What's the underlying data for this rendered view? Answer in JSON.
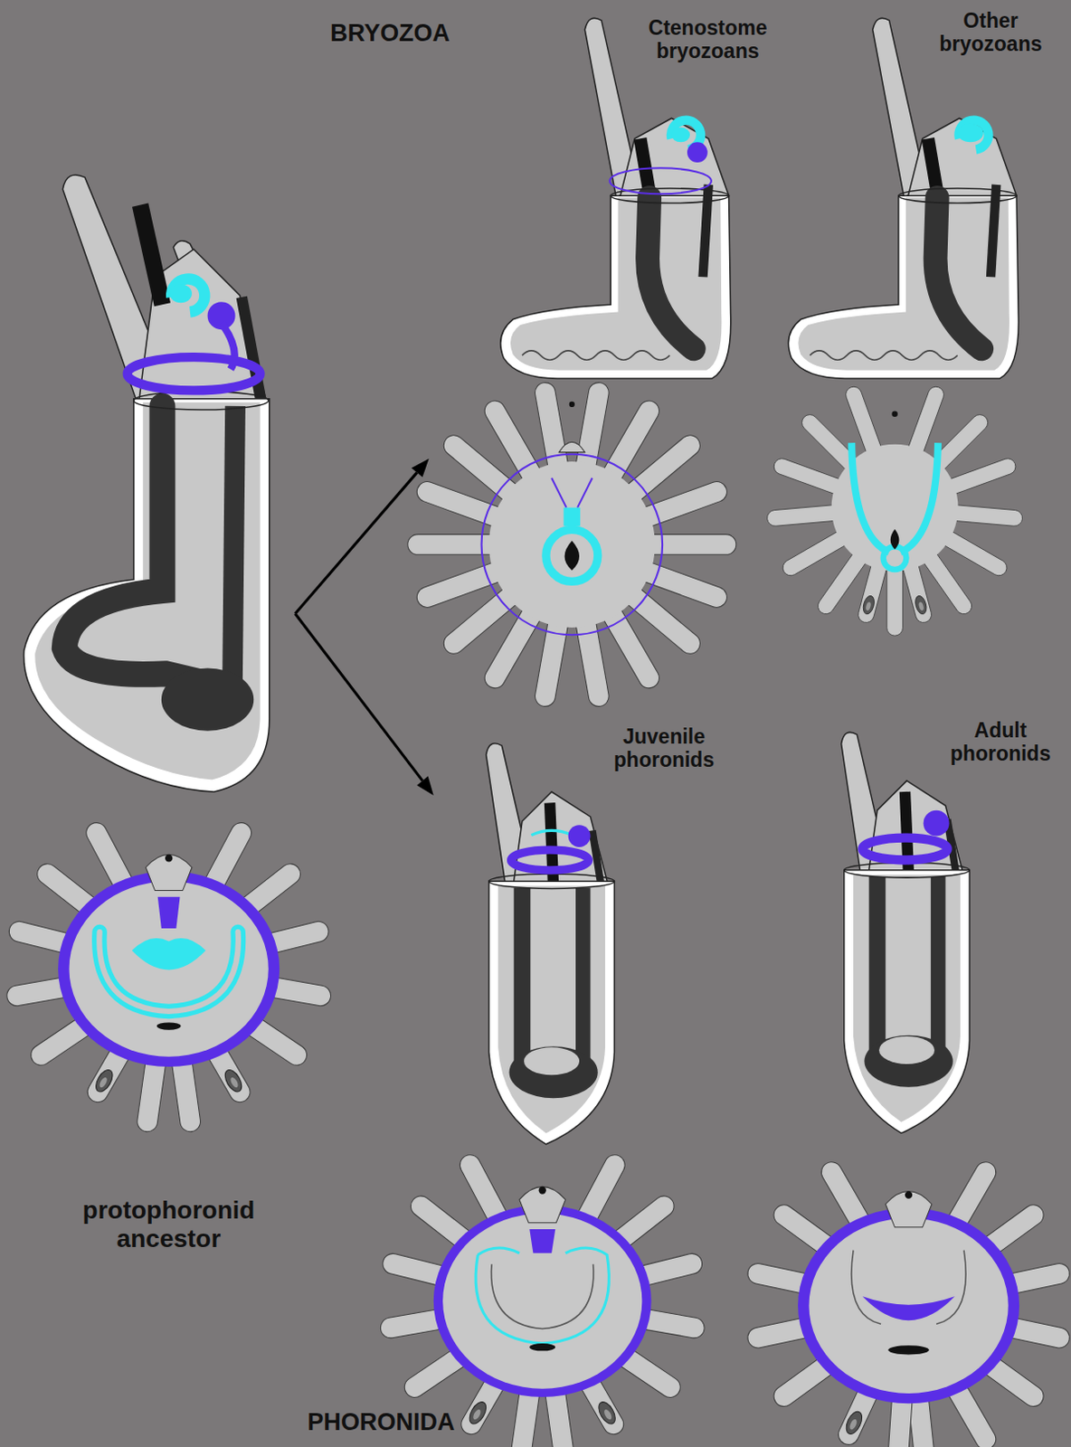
{
  "diagram": {
    "labels": [
      "BRYOZOA",
      "Ctenostome bryozoans",
      "Other bryozoans",
      "Juvenile phoronids",
      "Adult phoronids",
      "protophoronid ancestor",
      "PHORONIDA"
    ]
  }
}
